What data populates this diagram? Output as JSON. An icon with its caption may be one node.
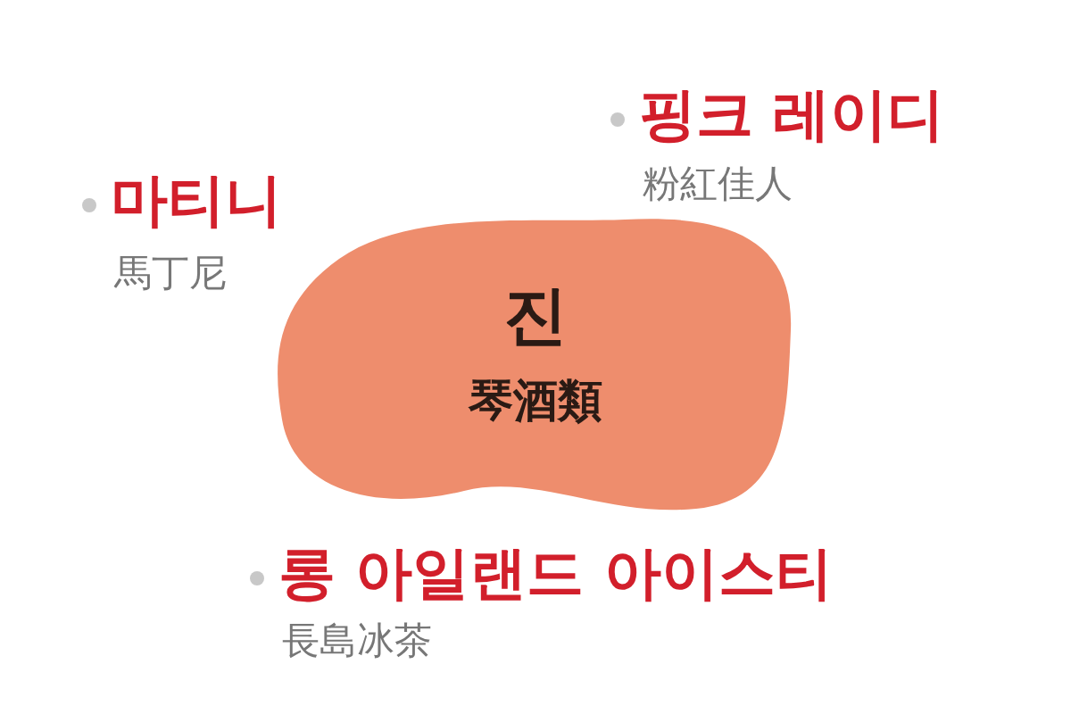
{
  "diagram": {
    "nodes": [
      {
        "text": [
          "진",
          "琴酒類"
        ]
      }
    ],
    "labels": [
      "핑크 레이디",
      "粉紅佳人",
      "마티니",
      "馬丁尼",
      "롱 아일랜드 아이스티",
      "長島冰茶"
    ]
  }
}
